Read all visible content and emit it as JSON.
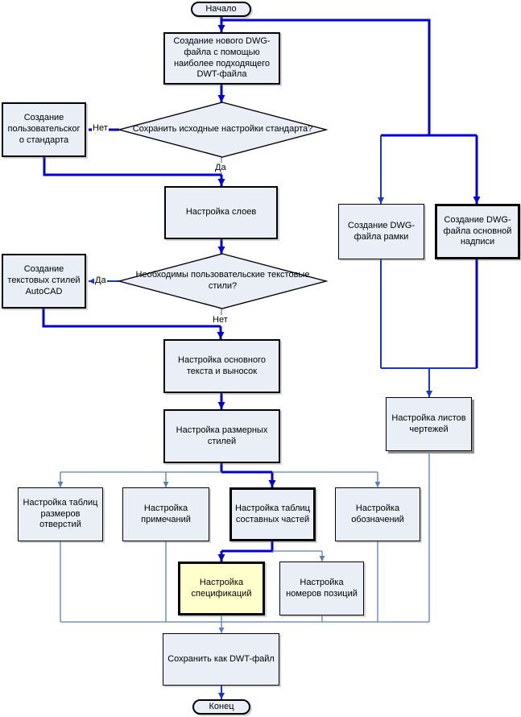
{
  "diagram": {
    "type": "flowchart",
    "language": "ru",
    "topic": "Создание DWT-файла AutoCAD"
  },
  "nodes": {
    "start": {
      "label": "Начало",
      "shape": "terminator"
    },
    "create_dwg_file": {
      "label": "Создание нового DWG-файла с помощью наиболее подходящего DWT-файла",
      "shape": "process"
    },
    "keep_standard_decision": {
      "label": "Сохранить исходные настройки стандарта?",
      "shape": "decision"
    },
    "create_user_standard": {
      "label": "Создание пользовательского стандарта",
      "shape": "process"
    },
    "layers_setup": {
      "label": "Настройка слоев",
      "shape": "process"
    },
    "need_text_styles_decision": {
      "label": "Необходимы пользовательские текстовые стили?",
      "shape": "decision"
    },
    "create_text_styles": {
      "label": "Создание текстовых стилей AutoCAD",
      "shape": "process"
    },
    "main_text_setup": {
      "label": "Настройка основного текста и выносок",
      "shape": "process"
    },
    "dim_styles_setup": {
      "label": "Настройка размерных стилей",
      "shape": "process"
    },
    "hole_tables_setup": {
      "label": "Настройка таблиц размеров отверстий",
      "shape": "process"
    },
    "notes_setup": {
      "label": "Настройка примечаний",
      "shape": "process"
    },
    "parts_tables_setup": {
      "label": "Настройка таблиц составных частей",
      "shape": "process"
    },
    "symbols_setup": {
      "label": "Настройка обозначений",
      "shape": "process"
    },
    "spec_setup": {
      "label": "Настройка спецификаций",
      "shape": "process"
    },
    "item_numbers_setup": {
      "label": "Настройка номеров позиций",
      "shape": "process"
    },
    "save_dwt": {
      "label": "Сохранить как DWT-файл",
      "shape": "process"
    },
    "end": {
      "label": "Конец",
      "shape": "terminator"
    },
    "frame_dwg": {
      "label": "Создание DWG-файла рамки",
      "shape": "process"
    },
    "titleblock_dwg": {
      "label": "Создание DWG-файла основной надписи",
      "shape": "process"
    },
    "sheets_setup": {
      "label": "Настройка листов чертежей",
      "shape": "process"
    }
  },
  "edge_labels": {
    "no1": "Нет",
    "yes1": "Да",
    "yes2": "Да",
    "no2": "Нет"
  },
  "colors": {
    "node_fill": "#e9eef7",
    "highlight_fill": "#ffffcc",
    "border": "#000000",
    "line_thick": "#0000d2",
    "line_thin": "#5581b5"
  }
}
